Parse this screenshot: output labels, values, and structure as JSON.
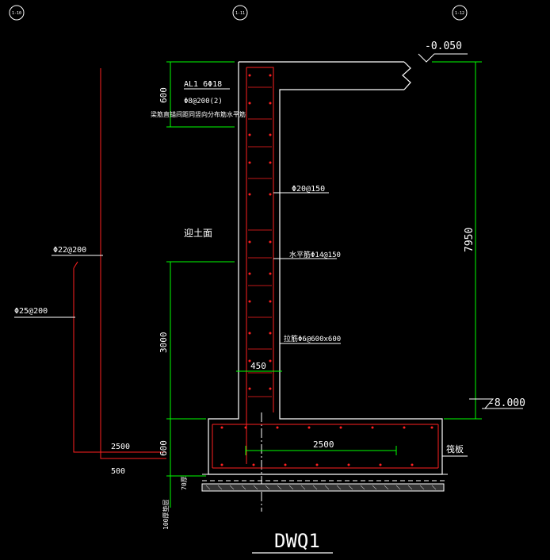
{
  "grid_axes": [
    "1-10",
    "1-11",
    "1-12"
  ],
  "elevations": {
    "top": "-0.050",
    "bottom": "-8.000"
  },
  "dims": {
    "total_height": "7950",
    "top_zone": "600",
    "lower_zone": "3000",
    "base_thickness": "600",
    "wall_thickness": "450",
    "base_width": "2500",
    "left_rebar_len": "2500",
    "offset_500": "500",
    "layer_70": "70厚",
    "layer_100": "100厚垫层"
  },
  "labels": {
    "beam": "AL1 6Φ18",
    "stirrup": "Φ8@200(2)",
    "note": "梁筋直锚间距同竖向分布筋水平筋",
    "vertical_bar": "Φ20@150",
    "earth_side": "迎土面",
    "horizontal_bar": "水平筋Φ14@150",
    "tie_bar": "拉筋Φ6@600x600",
    "left_bar_upper": "Φ22@200",
    "left_bar_lower": "Φ25@200",
    "slab": "筏板",
    "title": "DWQ1"
  },
  "colors": {
    "background": "#000000",
    "concrete": "#ffffff",
    "rebar": "#ff2020",
    "dimension": "#00ff00",
    "axis": "#ffffff"
  }
}
